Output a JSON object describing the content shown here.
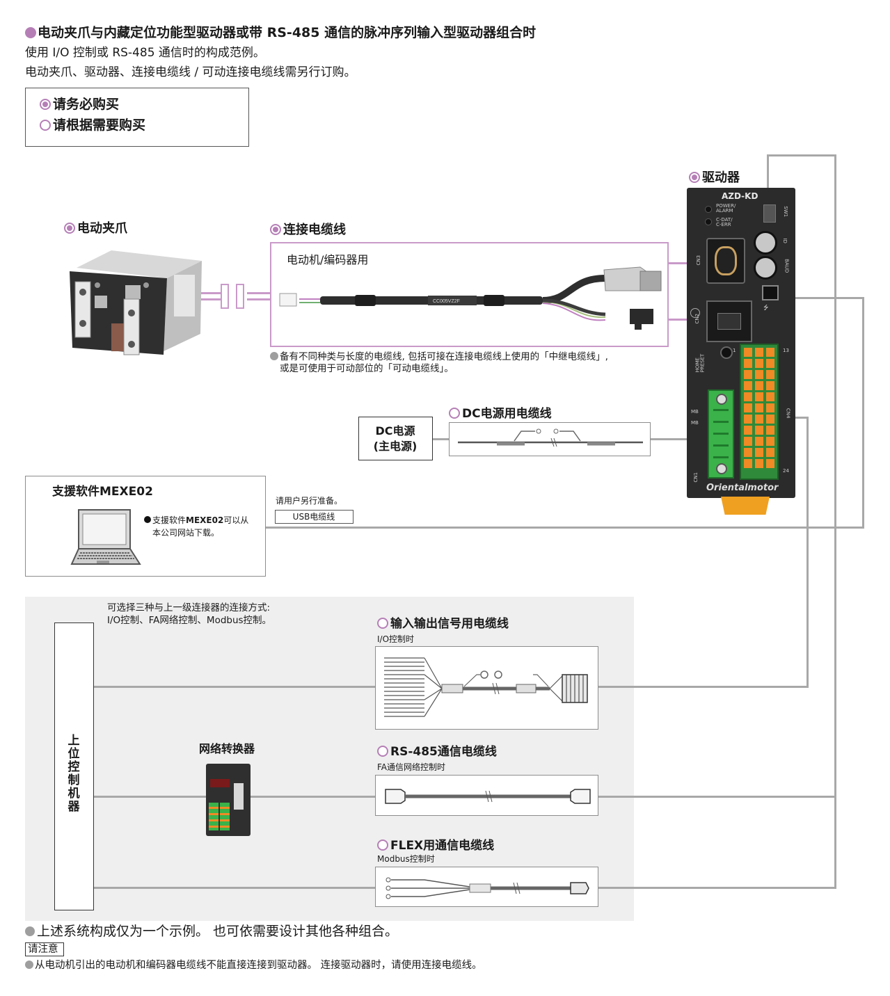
{
  "header": {
    "title": "电动夹爪与内藏定位功能型驱动器或带 RS-485 通信的脉冲序列输入型驱动器组合时",
    "line1": "使用 I/O 控制或 RS-485 通信时的构成范例。",
    "line2": "电动夹爪、驱动器、连接电缆线 / 可动连接电缆线需另行订购。"
  },
  "legend": {
    "required": "请务必购买",
    "optional": "请根据需要购买"
  },
  "driver": {
    "label": "驱动器",
    "model": "AZD-KD",
    "brand": "Orientalmotor",
    "leds": [
      "POWER/\nALARM",
      "C-DAT/\nC-ERR"
    ],
    "tags": {
      "sw1": "SW1",
      "id": "ID",
      "baud": "BAUD",
      "cn2": "CN2",
      "cn3": "CN3",
      "cn4": "CN4",
      "cn1": "CN1",
      "home": "HOME\nPRESET",
      "mb1": "MB",
      "mb2": "MB",
      "p1": "1",
      "p13": "13",
      "p24": "24"
    }
  },
  "gripper": {
    "label": "电动夹爪"
  },
  "connection_cable": {
    "label": "连接电缆线",
    "usage": "电动机/编码器用",
    "print": "CC005VZ2F",
    "note1": "备有不同种类与长度的电缆线, 包括可接在连接电缆线上使用的「中继电缆线」,",
    "note2": "或是可使用于可动部位的「可动电缆线」。"
  },
  "dc_cable": {
    "label": "DC电源用电缆线"
  },
  "dc_power": {
    "line1": "DC电源",
    "line2": "(主电源)"
  },
  "software": {
    "title": "支援软件MEXE02",
    "note_pre": "支援软件",
    "note_bold": "MEXE02",
    "note_post": "可以从",
    "note2": "本公司网站下载。"
  },
  "usb": {
    "prepare": "请用户另行准备。",
    "cable": "USB电缆线"
  },
  "upper": {
    "desc1": "可选择三种与上一级连接器的连接方式:",
    "desc2": "I/O控制、FA网络控制、Modbus控制。",
    "controller": "上位控制机器",
    "converter": "网络转换器"
  },
  "io_cable": {
    "label": "输入输出信号用电缆线",
    "sub": "I/O控制时"
  },
  "rs485_cable": {
    "label": "RS-485通信电缆线",
    "sub": "FA通信网络控制时"
  },
  "flex_cable": {
    "label": "FLEX用通信电缆线",
    "sub": "Modbus控制时"
  },
  "footer": {
    "note": "上述系统构成仅为一个示例。 也可依需要设计其他各种组合。",
    "caution_tag": "请注意",
    "caution": "从电动机引出的电动机和编码器电缆线不能直接连接到驱动器。 连接驱动器时，请使用连接电缆线。"
  },
  "colors": {
    "accent": "#b57fb6",
    "line": "#a8a8a8",
    "terminal_orange": "#f08a24",
    "terminal_green": "#3bb24a",
    "panel": "#efefef"
  }
}
